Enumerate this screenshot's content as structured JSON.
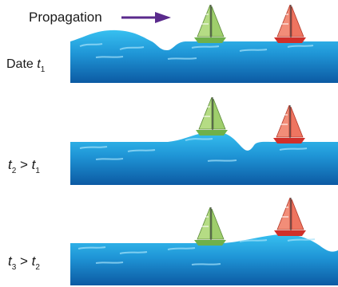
{
  "propagation": {
    "label": "Propagation",
    "arrow_color": "#5a2a8c",
    "arrow_icon": "arrow-right-icon"
  },
  "panels": [
    {
      "label_main": "Date ",
      "label_var": "t",
      "label_sub": "1",
      "label_rest": "",
      "label_var2": "",
      "label_sub2": ""
    },
    {
      "label_main": "",
      "label_var": "t",
      "label_sub": "2",
      "label_rest": " > ",
      "label_var2": "t",
      "label_sub2": "1"
    },
    {
      "label_main": "",
      "label_var": "t",
      "label_sub": "3",
      "label_rest": " > ",
      "label_var2": "t",
      "label_sub2": "2"
    }
  ],
  "boats": {
    "green": {
      "icon": "sailboat-green-icon",
      "sail_color": "#a9d67a",
      "hull_color": "#6fb04a"
    },
    "red": {
      "icon": "sailboat-red-icon",
      "sail_color": "#f0806a",
      "hull_color": "#d0302a"
    }
  },
  "colors": {
    "water_top": "#2fb6ea",
    "water_mid": "#1d8fd3",
    "water_bottom": "#0d5fa8",
    "foam": "#bfe9fb"
  }
}
